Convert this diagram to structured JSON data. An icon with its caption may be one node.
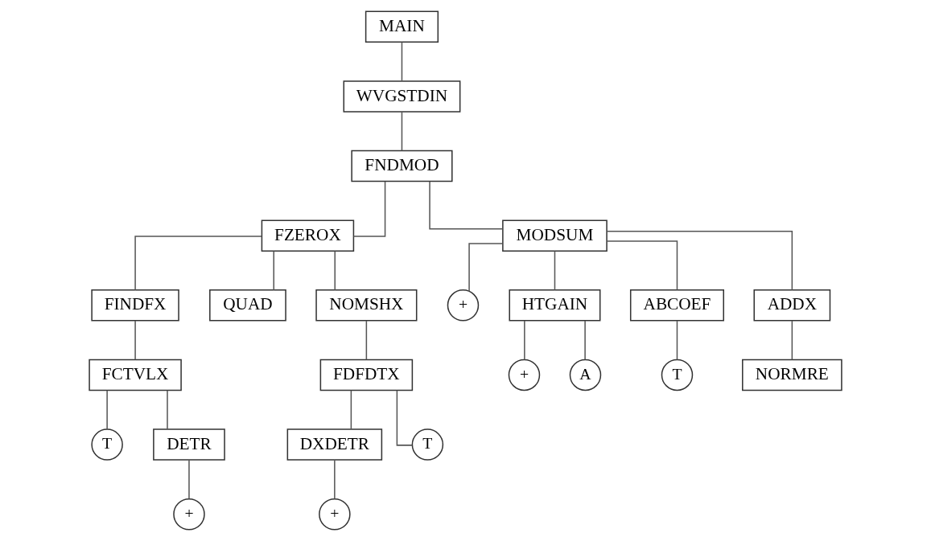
{
  "diagram": {
    "nodes": [
      {
        "text": [
          "MAIN"
        ]
      },
      {
        "text": [
          "WVGSTDIN"
        ]
      },
      {
        "text": [
          "FNDMOD"
        ]
      },
      {
        "text": [
          "FZEROX"
        ]
      },
      {
        "text": [
          "MODSUM"
        ]
      },
      {
        "text": [
          "FINDFX"
        ]
      },
      {
        "text": [
          "QUAD"
        ]
      },
      {
        "text": [
          "NOMSHX"
        ]
      },
      {
        "text": [
          "+"
        ]
      },
      {
        "text": [
          "HTGAIN"
        ]
      },
      {
        "text": [
          "ABCOEF"
        ]
      },
      {
        "text": [
          "ADDX"
        ]
      },
      {
        "text": [
          "FCTVLX"
        ]
      },
      {
        "text": [
          "FDFDTX"
        ]
      },
      {
        "text": [
          "+"
        ]
      },
      {
        "text": [
          "A"
        ]
      },
      {
        "text": [
          "T"
        ]
      },
      {
        "text": [
          "NORMRE"
        ]
      },
      {
        "text": [
          "T"
        ]
      },
      {
        "text": [
          "DETR"
        ]
      },
      {
        "text": [
          "DXDETR"
        ]
      },
      {
        "text": [
          "T"
        ]
      },
      {
        "text": [
          "+"
        ]
      },
      {
        "text": [
          "+"
        ]
      }
    ],
    "edges": [
      {
        "from": 0,
        "to": 1,
        "arrow": "none"
      },
      {
        "from": 1,
        "to": 2,
        "arrow": "none"
      },
      {
        "from": 2,
        "to": 3,
        "arrow": "none"
      },
      {
        "from": 2,
        "to": 4,
        "arrow": "none"
      },
      {
        "from": 3,
        "to": 5,
        "arrow": "none"
      },
      {
        "from": 3,
        "to": 6,
        "arrow": "none"
      },
      {
        "from": 3,
        "to": 7,
        "arrow": "none"
      },
      {
        "from": 4,
        "to": 8,
        "arrow": "none"
      },
      {
        "from": 4,
        "to": 9,
        "arrow": "none"
      },
      {
        "from": 4,
        "to": 10,
        "arrow": "none"
      },
      {
        "from": 4,
        "to": 11,
        "arrow": "none"
      },
      {
        "from": 5,
        "to": 12,
        "arrow": "none"
      },
      {
        "from": 7,
        "to": 13,
        "arrow": "none"
      },
      {
        "from": 9,
        "to": 14,
        "arrow": "none"
      },
      {
        "from": 9,
        "to": 15,
        "arrow": "none"
      },
      {
        "from": 10,
        "to": 16,
        "arrow": "none"
      },
      {
        "from": 11,
        "to": 17,
        "arrow": "none"
      },
      {
        "from": 12,
        "to": 18,
        "arrow": "none"
      },
      {
        "from": 12,
        "to": 19,
        "arrow": "none"
      },
      {
        "from": 13,
        "to": 20,
        "arrow": "none"
      },
      {
        "from": 13,
        "to": 21,
        "arrow": "none"
      },
      {
        "from": 19,
        "to": 22,
        "arrow": "none"
      },
      {
        "from": 20,
        "to": 23,
        "arrow": "none"
      }
    ]
  }
}
